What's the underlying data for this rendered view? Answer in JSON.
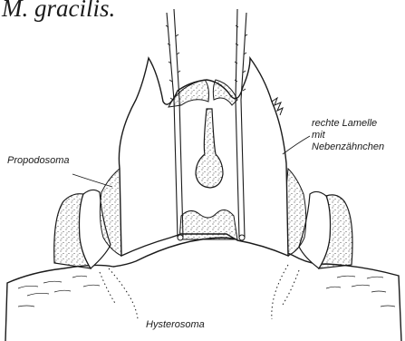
{
  "title": "M. gracilis.",
  "labels": {
    "propodosoma": "Propodosoma",
    "hysterosoma": "Hysterosoma",
    "right_lamella": [
      "rechte Lamelle",
      "mit",
      "Nebenzähnchen"
    ]
  },
  "colors": {
    "ink": "#1a1a1a",
    "paper": "#ffffff"
  }
}
